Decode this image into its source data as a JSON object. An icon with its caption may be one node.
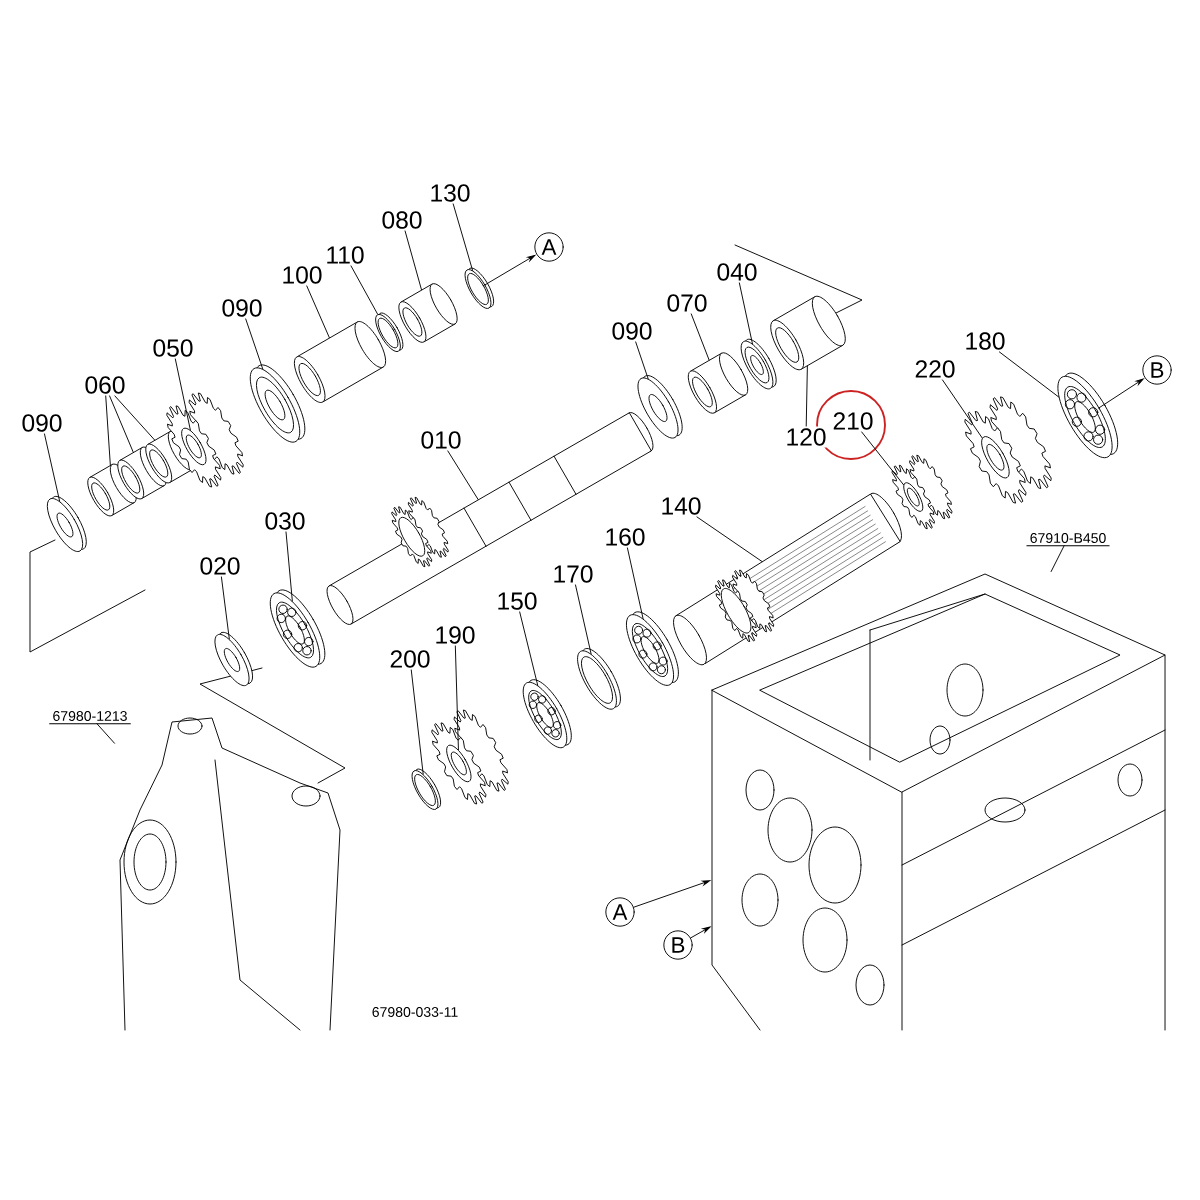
{
  "diagram": {
    "nodes": [
      {
        "text": [
          "130"
        ]
      },
      {
        "text": [
          "080"
        ]
      },
      {
        "text": [
          "110"
        ]
      },
      {
        "text": [
          "100"
        ]
      },
      {
        "text": [
          "090"
        ]
      },
      {
        "text": [
          "050"
        ]
      },
      {
        "text": [
          "060"
        ]
      },
      {
        "text": [
          "090"
        ]
      },
      {
        "text": [
          "A"
        ]
      },
      {
        "text": [
          "040"
        ]
      },
      {
        "text": [
          "070"
        ]
      },
      {
        "text": [
          "090"
        ]
      },
      {
        "text": [
          "010"
        ]
      },
      {
        "text": [
          "180"
        ]
      },
      {
        "text": [
          "220"
        ]
      },
      {
        "text": [
          "210"
        ]
      },
      {
        "text": [
          "120"
        ]
      },
      {
        "text": [
          "B"
        ]
      },
      {
        "text": [
          "140"
        ]
      },
      {
        "text": [
          "160"
        ]
      },
      {
        "text": [
          "030"
        ]
      },
      {
        "text": [
          "020"
        ]
      },
      {
        "text": [
          "170"
        ]
      },
      {
        "text": [
          "150"
        ]
      },
      {
        "text": [
          "190"
        ]
      },
      {
        "text": [
          "200"
        ]
      },
      {
        "text": [
          "67910-B450"
        ]
      },
      {
        "text": [
          "67980-1213"
        ]
      },
      {
        "text": [
          "A"
        ]
      },
      {
        "text": [
          "B"
        ]
      },
      {
        "text": [],
        "shape": "circle"
      },
      {
        "text": [],
        "shape": "cylinder"
      },
      {
        "text": [],
        "shape": "cylinder"
      },
      {
        "text": [],
        "shape": "cylinder"
      },
      {
        "text": [],
        "shape": "gear"
      },
      {
        "text": [],
        "shape": "circle"
      },
      {
        "text": [],
        "shape": "cylinder"
      },
      {
        "text": [],
        "shape": "circle"
      },
      {
        "text": [],
        "shape": "cylinder"
      },
      {
        "text": [],
        "shape": "circle"
      },
      {
        "text": [],
        "shape": "bar"
      },
      {
        "text": [],
        "shape": "circle"
      },
      {
        "text": [],
        "shape": "cylinder"
      },
      {
        "text": [],
        "shape": "circle"
      },
      {
        "text": [],
        "shape": "cylinder"
      },
      {
        "text": [],
        "shape": "gear"
      },
      {
        "text": [],
        "shape": "gear"
      },
      {
        "text": [],
        "shape": "circle"
      },
      {
        "text": [],
        "shape": "bar"
      },
      {
        "text": [],
        "shape": "circle"
      },
      {
        "text": [],
        "shape": "circle"
      },
      {
        "text": [],
        "shape": "circle"
      },
      {
        "text": [],
        "shape": "gear"
      },
      {
        "text": [],
        "shape": "circle"
      },
      {
        "text": [],
        "shape": "circle"
      },
      {
        "text": [],
        "shape": "circle"
      },
      {
        "text": [],
        "shape": "picture"
      },
      {
        "text": [],
        "shape": "picture"
      }
    ],
    "edges": [
      {
        "from": 0,
        "to": 39,
        "arrow": "none"
      },
      {
        "from": 1,
        "to": 38,
        "arrow": "none"
      },
      {
        "from": 2,
        "to": 37,
        "arrow": "none"
      },
      {
        "from": 3,
        "to": 36,
        "arrow": "none"
      },
      {
        "from": 4,
        "to": 35,
        "arrow": "none"
      },
      {
        "from": 5,
        "to": 34,
        "arrow": "none"
      },
      {
        "from": 6,
        "to": 31,
        "arrow": "none"
      },
      {
        "from": 6,
        "to": 32,
        "arrow": "none"
      },
      {
        "from": 6,
        "to": 33,
        "arrow": "none"
      },
      {
        "from": 7,
        "to": 30,
        "arrow": "none"
      },
      {
        "from": 9,
        "to": 43,
        "arrow": "none"
      },
      {
        "from": 10,
        "to": 42,
        "arrow": "none"
      },
      {
        "from": 11,
        "to": 41,
        "arrow": "none"
      },
      {
        "from": 12,
        "to": 40,
        "arrow": "none"
      },
      {
        "from": 13,
        "to": 47,
        "arrow": "none"
      },
      {
        "from": 14,
        "to": 46,
        "arrow": "none"
      },
      {
        "from": 15,
        "to": 45,
        "arrow": "none"
      },
      {
        "from": 16,
        "to": 44,
        "arrow": "none"
      },
      {
        "from": 18,
        "to": 48,
        "arrow": "none"
      },
      {
        "from": 19,
        "to": 49,
        "arrow": "none"
      },
      {
        "from": 20,
        "to": 54,
        "arrow": "none"
      },
      {
        "from": 21,
        "to": 55,
        "arrow": "none"
      },
      {
        "from": 22,
        "to": 50,
        "arrow": "none"
      },
      {
        "from": 23,
        "to": 51,
        "arrow": "none"
      },
      {
        "from": 24,
        "to": 52,
        "arrow": "none"
      },
      {
        "from": 25,
        "to": 53,
        "arrow": "none"
      },
      {
        "from": 26,
        "to": 57,
        "arrow": "none"
      },
      {
        "from": 27,
        "to": 56,
        "arrow": "none"
      },
      {
        "from": 39,
        "to": 8,
        "arrow": "to"
      },
      {
        "from": 47,
        "to": 17,
        "arrow": "to"
      },
      {
        "from": 28,
        "to": 57,
        "arrow": "to"
      },
      {
        "from": 29,
        "to": 57,
        "arrow": "to"
      }
    ],
    "labels": [
      "67980-033-11"
    ]
  }
}
